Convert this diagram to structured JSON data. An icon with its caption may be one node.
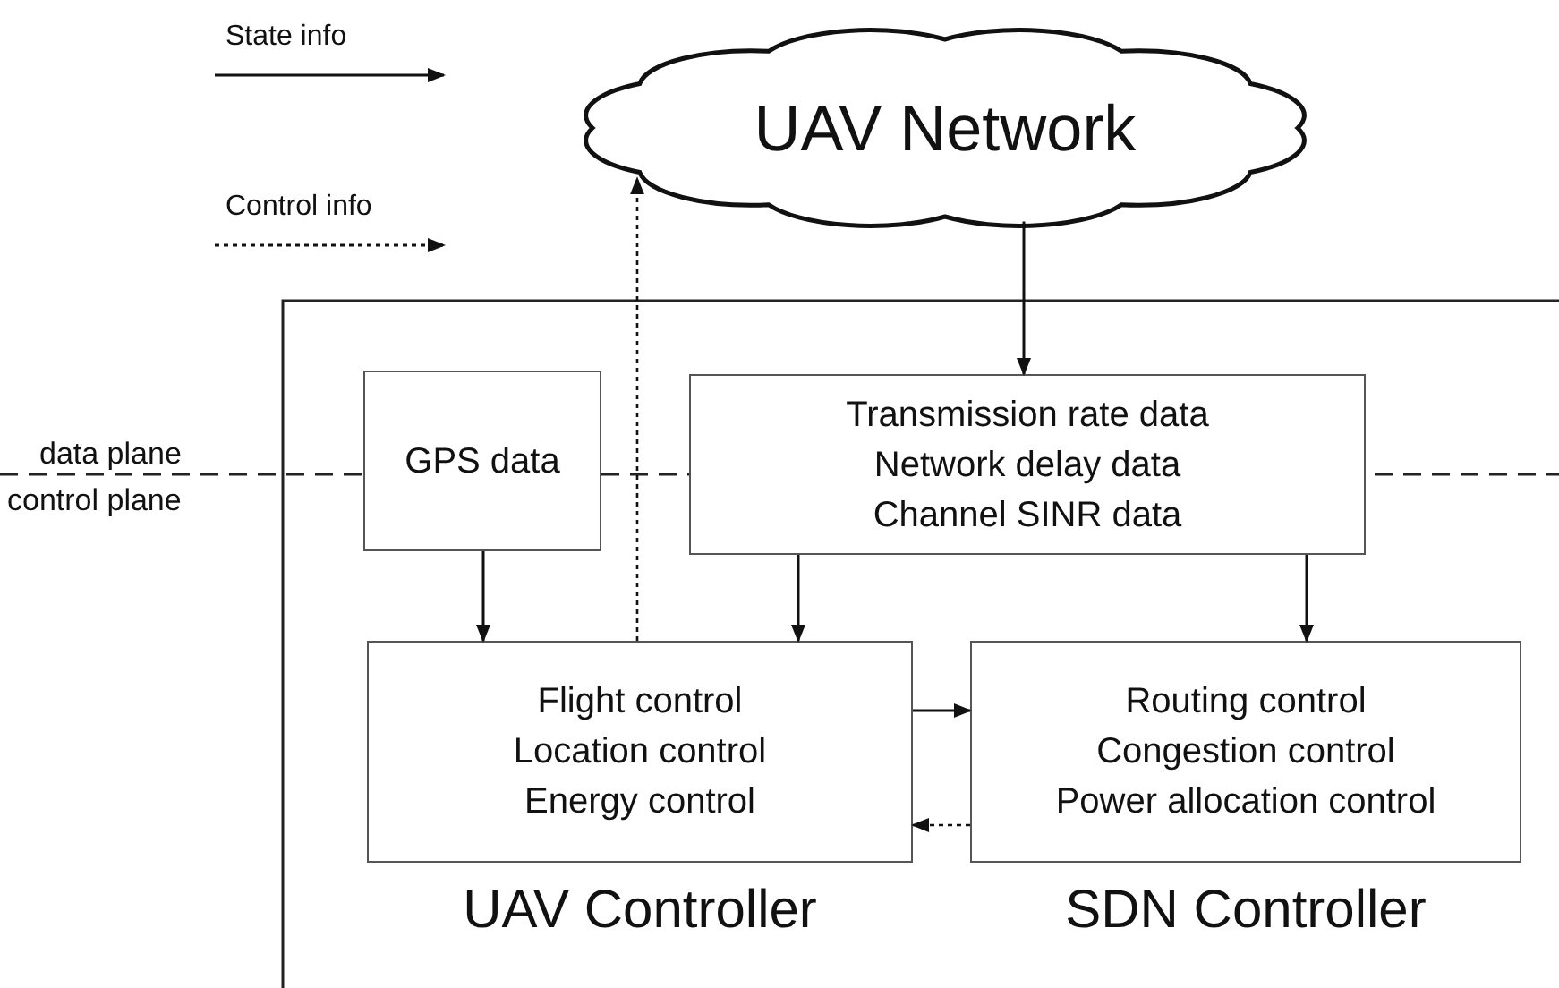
{
  "diagram": {
    "nodes": [
      {
        "text": [
          "UAV Network"
        ]
      },
      {
        "text": [
          "GPS data"
        ]
      },
      {
        "text": [
          "Transmission rate data",
          "Network delay data",
          "Channel SINR data"
        ]
      },
      {
        "text": [
          "Flight control",
          "Location control",
          "Energy control"
        ],
        "beside": [
          "UAV Controller"
        ]
      },
      {
        "text": [
          "Routing control",
          "Congestion control",
          "Power allocation control"
        ],
        "beside": [
          "SDN Controller"
        ]
      }
    ],
    "edges": [
      {
        "from": 0,
        "to": 2,
        "arrow": "to"
      },
      {
        "from": 1,
        "to": 3,
        "arrow": "to"
      },
      {
        "from": 2,
        "to": 3,
        "arrow": "to"
      },
      {
        "from": 2,
        "to": 4,
        "arrow": "to"
      },
      {
        "from": 3,
        "to": 4,
        "arrow": "to"
      },
      {
        "from": 4,
        "to": 3,
        "arrow": "to",
        "style": "dashed"
      },
      {
        "from": 3,
        "to": 0,
        "arrow": "to",
        "style": "dashed"
      }
    ],
    "labels": [
      "data plane",
      "control plane"
    ],
    "legend": [
      {
        "text": "State info"
      },
      {
        "text": "Control info"
      }
    ]
  }
}
